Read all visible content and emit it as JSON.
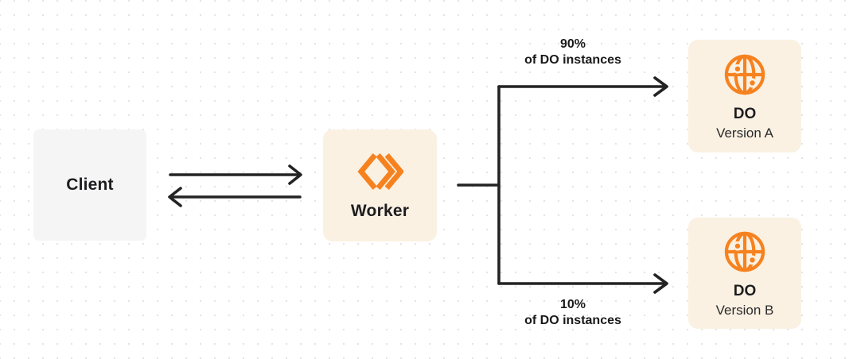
{
  "diagram": {
    "nodes": {
      "client": {
        "label": "Client"
      },
      "worker": {
        "label": "Worker"
      },
      "do_version_a": {
        "title": "DO",
        "subtitle": "Version A"
      },
      "do_version_b": {
        "title": "DO",
        "subtitle": "Version B"
      }
    },
    "edges": {
      "top_branch": {
        "percent": "90%",
        "caption": "of DO instances"
      },
      "bottom_branch": {
        "percent": "10%",
        "caption": "of DO instances"
      }
    },
    "icons": {
      "worker": "workers-icon",
      "durable_object": "globe-icon"
    },
    "colors": {
      "accent_orange": "#f6821f",
      "node_cream_bg": "#faf1e3",
      "node_gray_bg": "#f5f5f6",
      "line": "#232323",
      "text": "#1d1d1f",
      "grid_dot": "#e4e4e4"
    }
  }
}
